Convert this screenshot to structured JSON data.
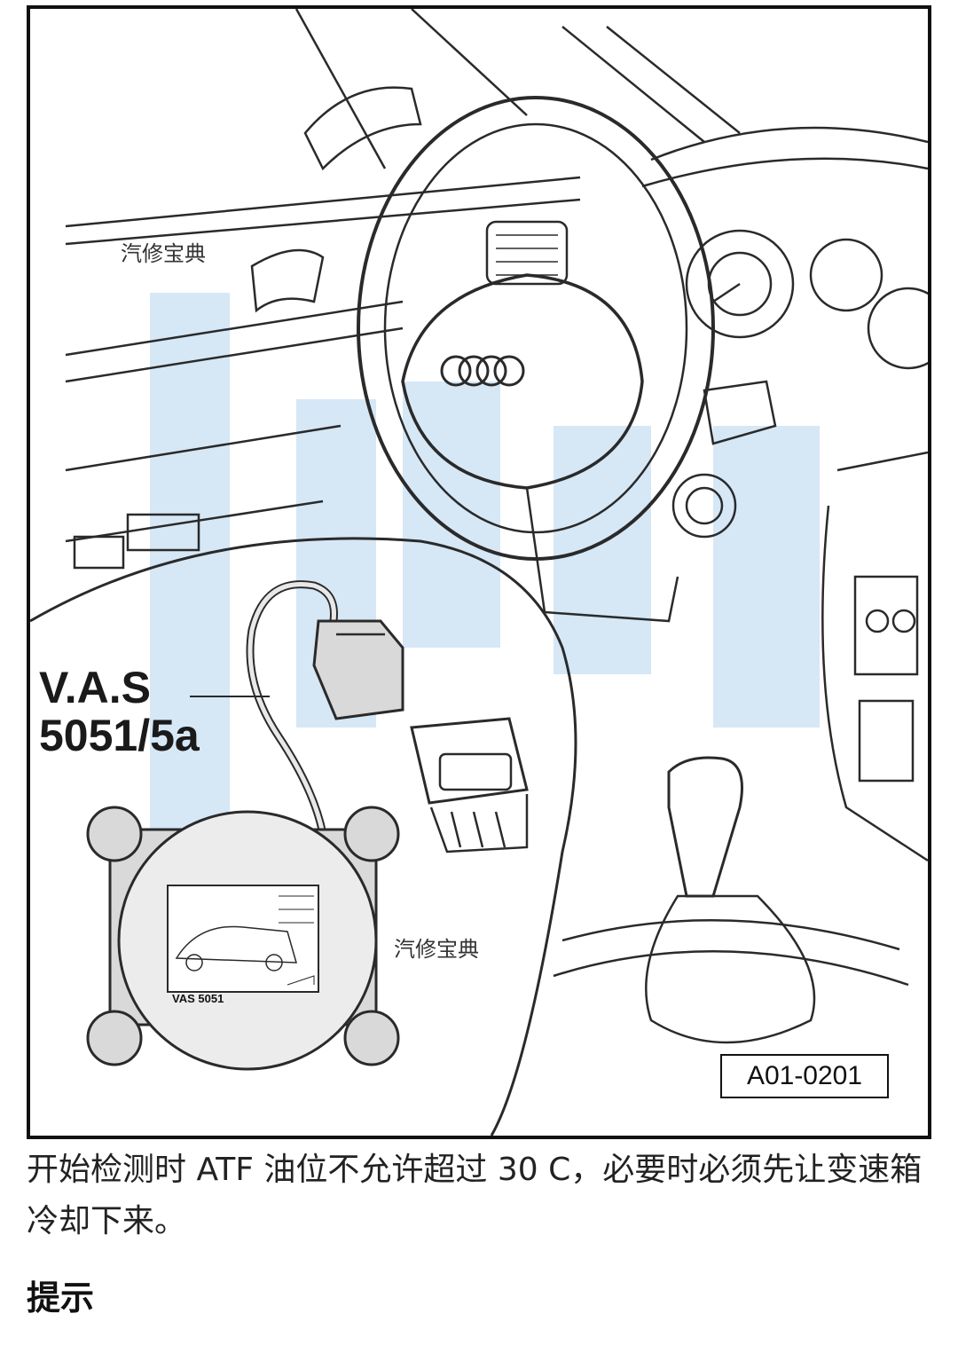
{
  "figure": {
    "tool_label_line1": "V.A.S",
    "tool_label_line2": "5051/5a",
    "figure_code": "A01-0201",
    "screen_caption": "VAS 5051",
    "watermark_small": "汽修宝典",
    "watermark_large": "汽修宝典"
  },
  "text": {
    "paragraph": "开始检测时 ATF 油位不允许超过 30 C，必要时必须先让变速箱冷却下来。",
    "heading": "提示"
  },
  "colors": {
    "line": "#2a2a2a",
    "watermark": "#cfe3f5",
    "device_fill": "#d9d9d9"
  }
}
